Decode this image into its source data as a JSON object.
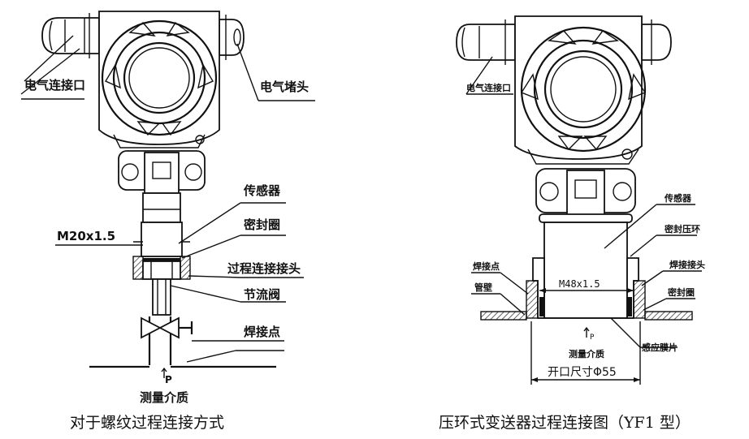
{
  "left": {
    "labels": {
      "electrical_connector": "电气连接口",
      "electrical_plug": "电气堵头",
      "sensor": "传感器",
      "seal_ring": "密封圈",
      "thread_spec": "M20x1.5",
      "process_joint": "过程连接接头",
      "throttle_valve": "节流阀",
      "weld_point": "焊接点",
      "pressure_symbol": "P",
      "medium": "测量介质"
    },
    "caption": "对于螺纹过程连接方式"
  },
  "right": {
    "labels": {
      "electrical_connector": "电气连接口",
      "sensor": "传感器",
      "seal_press_ring": "密封压环",
      "weld_point": "焊接点",
      "weld_joint": "焊接接头",
      "pipe_wall": "管壁",
      "seal_ring": "密封圈",
      "thread_spec": "M48x1.5",
      "pressure_symbol": "P",
      "medium": "测量介质",
      "diaphragm": "感应膜片",
      "opening_size": "开口尺寸Φ55"
    },
    "caption": "压环式变送器过程连接图（YF1 型）"
  }
}
